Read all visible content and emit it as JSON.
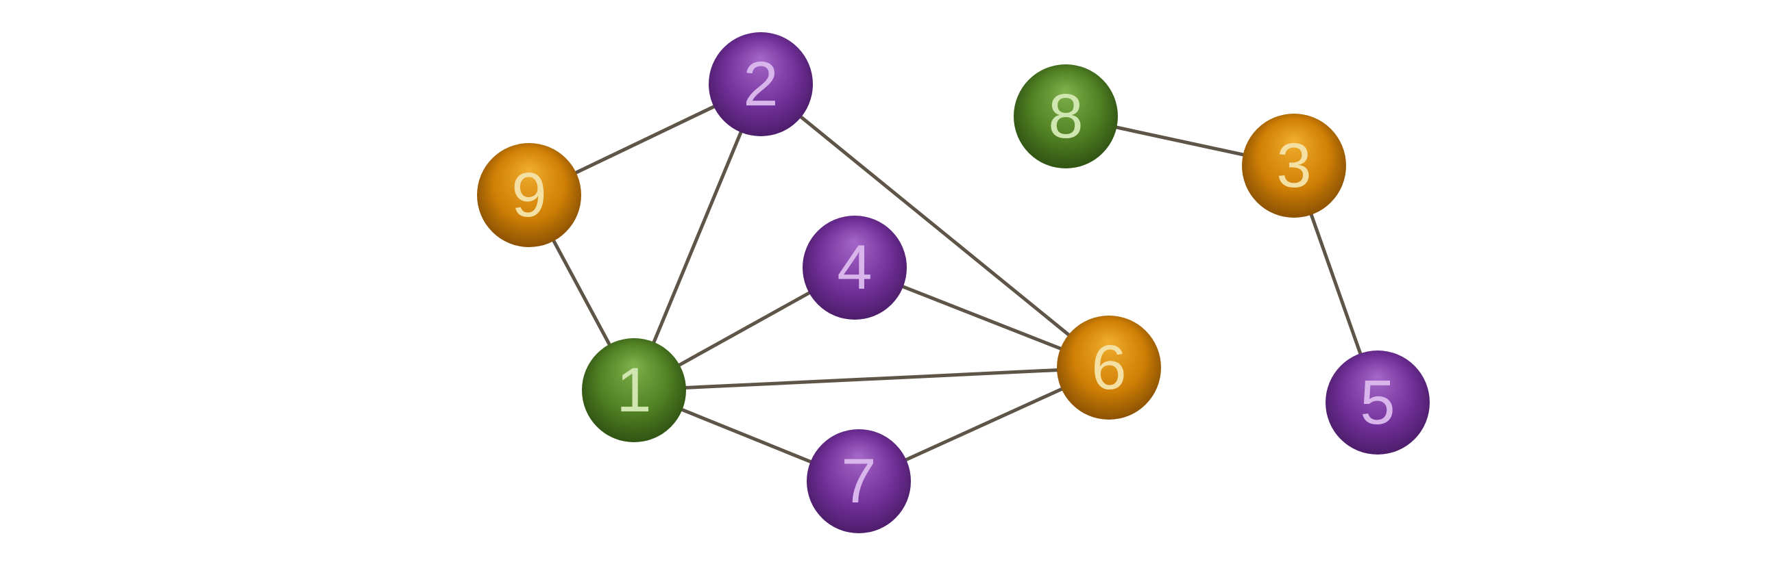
{
  "colors": {
    "edge": "#5e5447",
    "purple": {
      "light": "#a567c9",
      "base": "#72309a",
      "dark": "#3c1556",
      "label": "#d8b6ec"
    },
    "orange": {
      "light": "#f0ad2e",
      "base": "#cf7f05",
      "dark": "#6f3f02",
      "label": "#f3e0a2"
    },
    "green": {
      "light": "#7fb14b",
      "base": "#4f7f22",
      "dark": "#23400d",
      "label": "#cfe6b0"
    }
  },
  "nodes": [
    {
      "id": "1",
      "label": "1",
      "color": "green"
    },
    {
      "id": "2",
      "label": "2",
      "color": "purple"
    },
    {
      "id": "3",
      "label": "3",
      "color": "orange"
    },
    {
      "id": "4",
      "label": "4",
      "color": "purple"
    },
    {
      "id": "5",
      "label": "5",
      "color": "purple"
    },
    {
      "id": "6",
      "label": "6",
      "color": "orange"
    },
    {
      "id": "7",
      "label": "7",
      "color": "purple"
    },
    {
      "id": "8",
      "label": "8",
      "color": "green"
    },
    {
      "id": "9",
      "label": "9",
      "color": "orange"
    }
  ],
  "edges": [
    [
      "9",
      "2"
    ],
    [
      "9",
      "1"
    ],
    [
      "2",
      "1"
    ],
    [
      "2",
      "6"
    ],
    [
      "4",
      "1"
    ],
    [
      "4",
      "6"
    ],
    [
      "1",
      "6"
    ],
    [
      "1",
      "7"
    ],
    [
      "7",
      "6"
    ],
    [
      "8",
      "3"
    ],
    [
      "3",
      "5"
    ]
  ]
}
